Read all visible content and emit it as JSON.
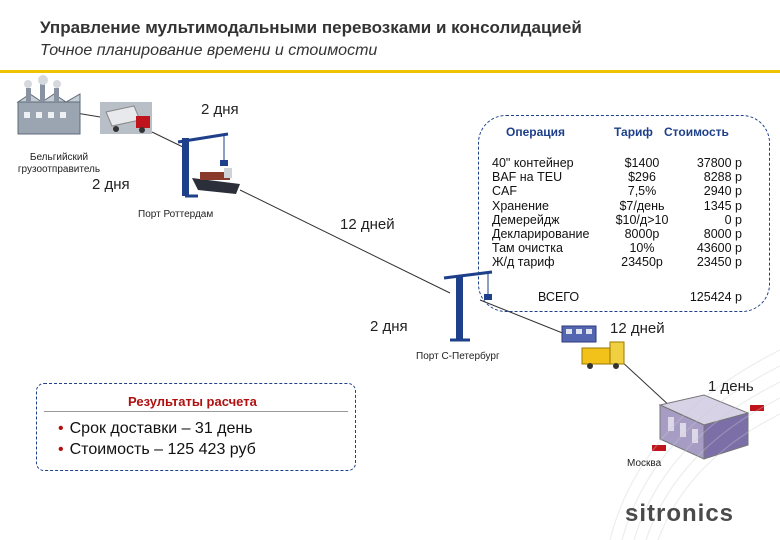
{
  "header": {
    "title": "Управление мультимодальными перевозками и консолидацией",
    "subtitle": "Точное планирование времени и стоимости"
  },
  "route": {
    "shipper": "Бельгийский грузоотправитель",
    "rotterdam": "Порт Роттердам",
    "spb": "Порт С-Петербург",
    "moscow": "Москва",
    "leg_durations": {
      "top": "2 дня",
      "left": "2 дня",
      "sea": "12 дней",
      "spb_left": "2 дня",
      "rail": "12 дней",
      "last": "1 день"
    }
  },
  "tariff": {
    "headers": {
      "operation": "Операция",
      "tariff": "Тариф",
      "cost": "Стоимость"
    },
    "rows": [
      {
        "operation": "40\" контейнер",
        "tariff": "$1400",
        "cost": "37800 р"
      },
      {
        "operation": "BAF на TEU",
        "tariff": "$296",
        "cost": "8288 р"
      },
      {
        "operation": "CAF",
        "tariff": "7,5%",
        "cost": "2940 р"
      },
      {
        "operation": "Хранение",
        "tariff": "$7/день",
        "cost": "1345 р"
      },
      {
        "operation": "Демерейдж",
        "tariff": "$10/д>10",
        "cost": "0 р"
      },
      {
        "operation": "Декларирование",
        "tariff": "8000р",
        "cost": "8000 р"
      },
      {
        "operation": "Там очистка",
        "tariff": "10%",
        "cost": "43600 р"
      },
      {
        "operation": "Ж/д тариф",
        "tariff": "23450р",
        "cost": "23450 р"
      }
    ],
    "total_label": "ВСЕГО",
    "total_value": "125424 р"
  },
  "results": {
    "title": "Результаты расчета",
    "items": [
      "Срок доставки – 31 день",
      "Стоимость – 125 423 руб"
    ]
  },
  "brand": {
    "logo": "sitronics",
    "accent": "#f0c300",
    "frame": "#1e3f8a",
    "highlight": "#b01010"
  }
}
